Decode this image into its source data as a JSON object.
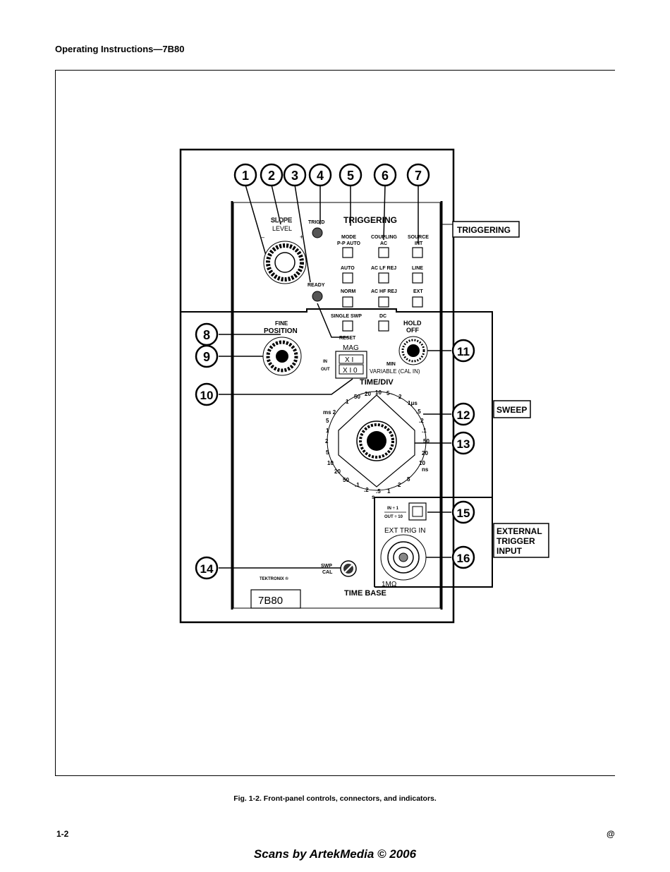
{
  "header": {
    "title": "Operating Instructions—7B80"
  },
  "figure": {
    "callouts": [
      "1",
      "2",
      "3",
      "4",
      "5",
      "6",
      "7",
      "8",
      "9",
      "10",
      "11",
      "12",
      "13",
      "14",
      "15",
      "16"
    ],
    "section_labels": {
      "triggering": "TRIGGERING",
      "sweep": "SWEEP",
      "external_trigger_input": [
        "EXTERNAL",
        "TRIGGER",
        "INPUT"
      ]
    },
    "panel": {
      "slope": "SLOPE",
      "level": "LEVEL",
      "minus": "–",
      "plus": "+",
      "trigd": "TRIG'D",
      "triggering_title": "TRIGGERING",
      "ready": "READY",
      "reset": "RESET",
      "mode_col": [
        "MODE",
        "P-P AUTO",
        "AUTO",
        "NORM",
        "SINGLE SWP"
      ],
      "coupling_col": [
        "COUPLING",
        "AC",
        "AC LF REJ",
        "AC HF REJ",
        "DC"
      ],
      "source_col": [
        "SOURCE",
        "INT",
        "LINE",
        "EXT"
      ],
      "fine": "FINE",
      "position": "POSITION",
      "hold": "HOLD",
      "off": "OFF",
      "min": "MIN",
      "mag": "MAG",
      "in": "IN",
      "out": "OUT",
      "x1": "X I",
      "x10": "X I 0",
      "variable": "VARIABLE (CAL IN)",
      "timediv": "TIME/DIV",
      "dial_left": [
        "ms 2",
        "5",
        "1",
        "2",
        "5",
        "10",
        "20",
        "50"
      ],
      "dial_top": [
        "1",
        "50",
        "20",
        "10",
        "5",
        "2",
        "1μs"
      ],
      "dial_right": [
        ".5",
        ".2",
        ".1",
        "50",
        "20",
        "10",
        "ns"
      ],
      "dial_bottom": [
        ".1",
        ".2",
        ".5",
        "1",
        "2",
        "5",
        "s"
      ],
      "in_div1": "IN ÷ 1",
      "out_div10": "OUT ÷ 10",
      "ext_trig_in": "EXT TRIG IN",
      "one_meg": "1MΩ",
      "swp_cal": [
        "SWP",
        "CAL"
      ],
      "tektronix": "TEKTRONIX ®",
      "time_base": "TIME BASE",
      "model": "7B80"
    }
  },
  "caption": "Fig. 1-2.  Front-panel controls, connectors, and indicators.",
  "footer": {
    "page": "1-2",
    "mark": "@",
    "credit": "Scans by ArtekMedia © 2006"
  }
}
